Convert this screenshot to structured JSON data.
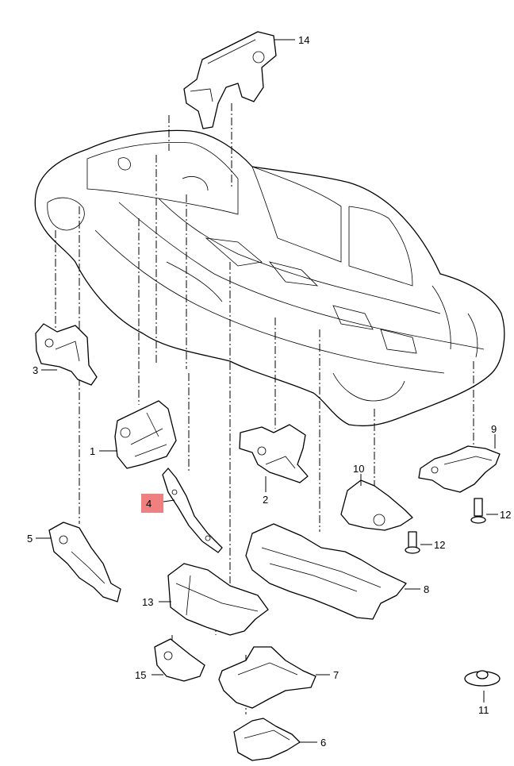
{
  "diagram": {
    "highlight_color": "#f08080",
    "callouts": [
      {
        "id": "c1",
        "label": "1"
      },
      {
        "id": "c2",
        "label": "2"
      },
      {
        "id": "c3",
        "label": "3"
      },
      {
        "id": "c4",
        "label": "4",
        "highlighted": true
      },
      {
        "id": "c5",
        "label": "5"
      },
      {
        "id": "c6",
        "label": "6"
      },
      {
        "id": "c7",
        "label": "7"
      },
      {
        "id": "c8",
        "label": "8"
      },
      {
        "id": "c9",
        "label": "9"
      },
      {
        "id": "c10",
        "label": "10"
      },
      {
        "id": "c11",
        "label": "11"
      },
      {
        "id": "c12a",
        "label": "12"
      },
      {
        "id": "c12b",
        "label": "12"
      },
      {
        "id": "c13",
        "label": "13"
      },
      {
        "id": "c14",
        "label": "14"
      },
      {
        "id": "c15",
        "label": "15"
      }
    ]
  }
}
